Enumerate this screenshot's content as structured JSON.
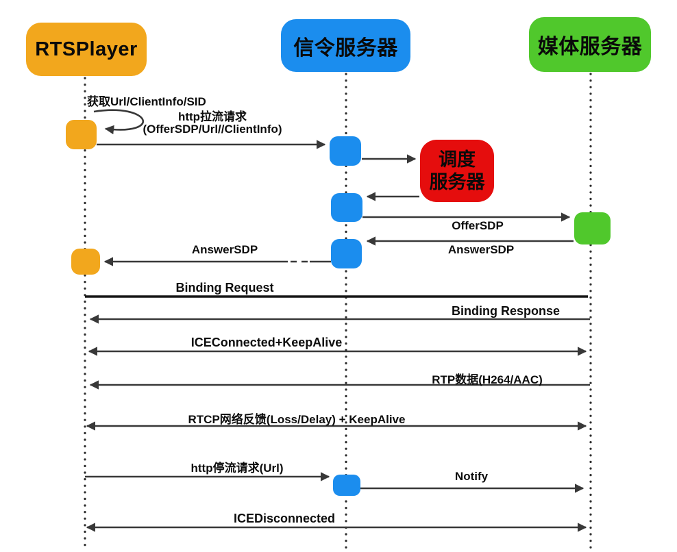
{
  "diagram": {
    "title": "RTS pull-stream sequence diagram",
    "actors": [
      {
        "id": "rtsplayer",
        "label": "RTSPlayer"
      },
      {
        "id": "signaling",
        "label": "信令服务器"
      },
      {
        "id": "media",
        "label": "媒体服务器"
      }
    ],
    "scheduler": {
      "line1": "调度",
      "line2": "服务器"
    },
    "colors": {
      "player": "#F2A71D",
      "signaling": "#1B8DEE",
      "media": "#50C82C",
      "scheduler": "#E50D0D",
      "line": "#383838",
      "text": "#0d0d0d"
    },
    "messages": {
      "acquire": "获取Url/ClientInfo/SID",
      "http_pull_1": "http拉流请求",
      "http_pull_2": "(OfferSDP/Url//ClientInfo)",
      "offer_sdp": "OfferSDP",
      "answer_sdp_media": "AnswerSDP",
      "answer_sdp_player": "AnswerSDP",
      "binding_request": "Binding Request",
      "binding_response": "Binding Response",
      "ice_connected": "ICEConnected+KeepAlive",
      "rtp_data": "RTP数据(H264/AAC)",
      "rtcp_feedback": "RTCP网络反馈(Loss/Delay) + KeepAlive",
      "http_stop": "http停流请求(Url)",
      "notify": "Notify",
      "ice_disconnected": "ICEDisconnected"
    }
  }
}
